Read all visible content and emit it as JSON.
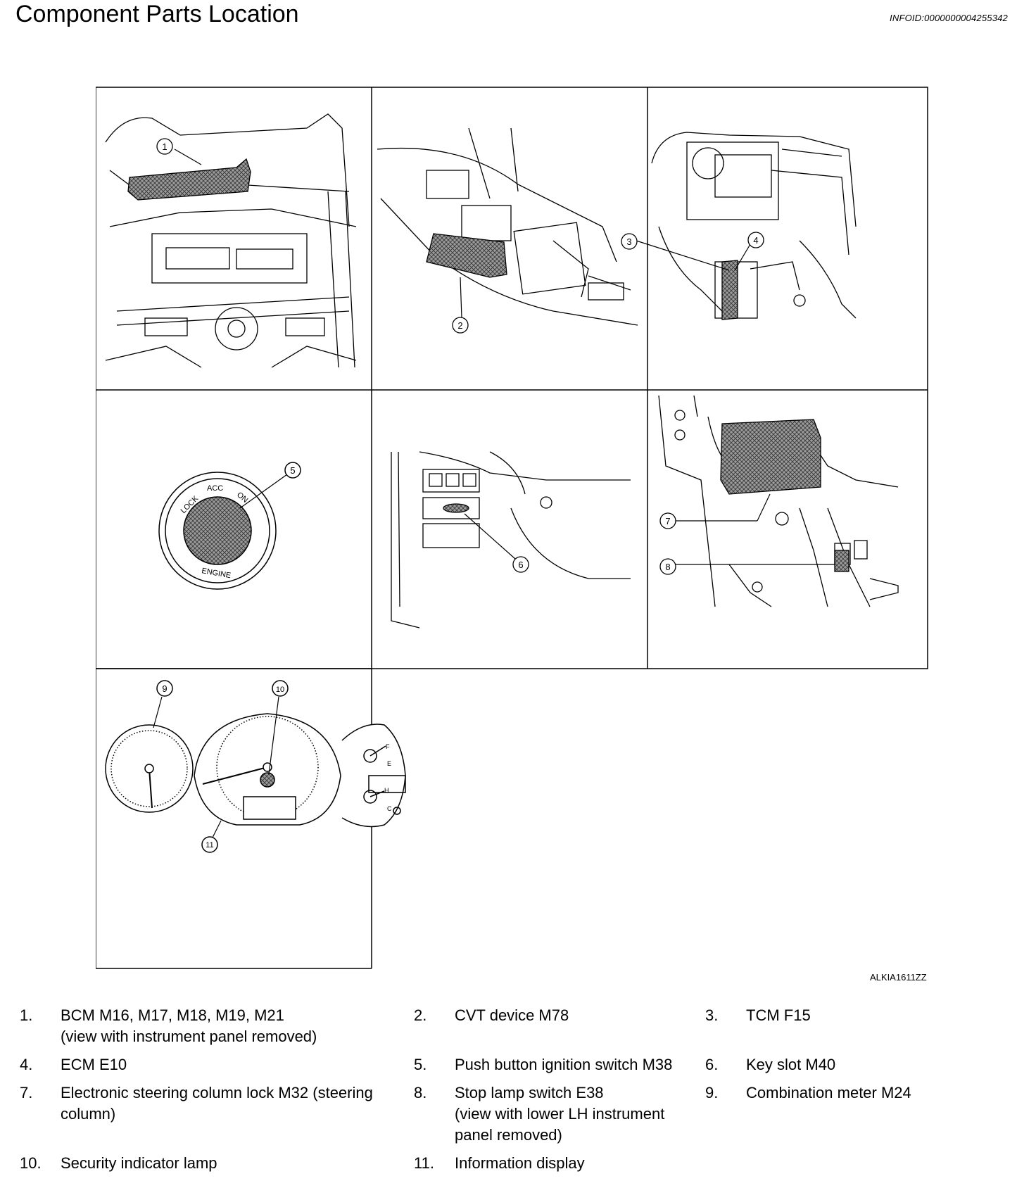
{
  "header": {
    "title": "Component Parts Location",
    "info_id": "INFOID:0000000004255342"
  },
  "figure": {
    "id": "ALKIA1611ZZ",
    "callouts": [
      "1",
      "2",
      "3",
      "4",
      "5",
      "6",
      "7",
      "8",
      "9",
      "10",
      "11"
    ],
    "ignition_labels": {
      "lock": "LOCK",
      "acc": "ACC",
      "on": "ON",
      "engine": "ENGINE"
    },
    "meter_labels": {
      "fuel_full": "F",
      "fuel_empty": "E",
      "temp_hot": "H",
      "temp_cold": "C"
    }
  },
  "legend": [
    {
      "num": "1.",
      "text": "BCM M16, M17, M18, M19, M21\n(view with instrument panel removed)"
    },
    {
      "num": "2.",
      "text": "CVT device M78"
    },
    {
      "num": "3.",
      "text": "TCM F15"
    },
    {
      "num": "4.",
      "text": "ECM E10"
    },
    {
      "num": "5.",
      "text": "Push button ignition switch M38"
    },
    {
      "num": "6.",
      "text": "Key slot M40"
    },
    {
      "num": "7.",
      "text": "Electronic steering column lock M32 (steering column)"
    },
    {
      "num": "8.",
      "text": "Stop lamp switch E38\n(view with lower LH instrument panel removed)"
    },
    {
      "num": "9.",
      "text": "Combination meter M24"
    },
    {
      "num": "10.",
      "text": "Security indicator lamp"
    },
    {
      "num": "11.",
      "text": "Information display"
    }
  ]
}
